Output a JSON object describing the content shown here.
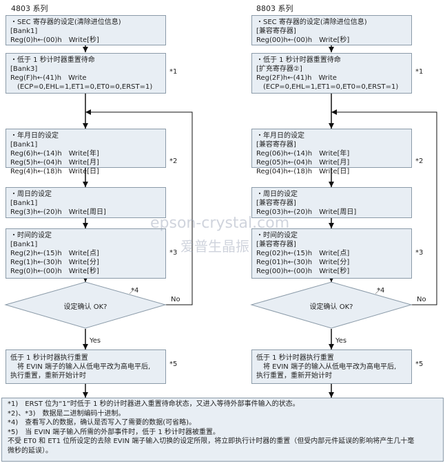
{
  "left": {
    "title": "4803 系列",
    "box1": [
      "・SEC 寄存器的设定(清除进位信息)",
      "[Bank1]",
      "Reg(0)h←(00)h　Write[秒]"
    ],
    "box2": [
      "・低于 1 秒计时器重置待命",
      "[Bank3]",
      "Reg(F)h←(41)h　Write",
      "(ECP=0,EHL=1,ET1=0,ET0=0,ERST=1)"
    ],
    "box3": [
      "・年月日的设定",
      "[Bank1]",
      "Reg(6)h←(14)h　Write[年]",
      "Reg(5)h←(04)h　Write[月]",
      "Reg(4)h←(18)h　Write[日]"
    ],
    "box4": [
      "・周日的设定",
      "[Bank1]",
      "Reg(3)h←(20)h　Write[周日]"
    ],
    "box5": [
      "・时间的设定",
      "[Bank1]",
      "Reg(2)h←(15)h　Write[点]",
      "Reg(1)h←(30)h　Write[分]",
      "Reg(0)h←(00)h　Write[秒]"
    ],
    "box6": [
      "低于 1 秒计时器执行重置",
      "将 EVIN 端子的输入从低电平改为高电平后,",
      "执行重置，重新开始计时"
    ],
    "decision": "设定确认 OK?"
  },
  "right": {
    "title": "8803 系列",
    "box1": [
      "・SEC 寄存器的设定(清除进位信息)",
      "[兼容寄存器]",
      "Reg(00)h←(00)h　Write[秒]"
    ],
    "box2": [
      "・低于 1 秒计时器重置待命",
      "[扩充寄存器②]",
      "Reg(2F)h←(41)h　Write",
      "(ECP=0,EHL=1,ET1=0,ET0=0,ERST=1)"
    ],
    "box3": [
      "・年月日的设定",
      "[兼容寄存器]",
      "Reg(06)h←(14)h　Write[年]",
      "Reg(05)h←(04)h　Write[月]",
      "Reg(04)h←(18)h　Write[日]"
    ],
    "box4": [
      "・周日的设定",
      "[兼容寄存器]",
      "Reg(03)h←(20)h　Write[周日]"
    ],
    "box5": [
      "・时间的设定",
      "[兼容寄存器]",
      "Reg(02)h←(15)h　Write[点]",
      "Reg(01)h←(30)h　Write[分]",
      "Reg(00)h←(00)h　Write[秒]"
    ],
    "box6": [
      "低于 1 秒计时器执行重置",
      "将 EVIN 端子的输入从低电平改为高电平后,",
      "执行重置，重新开始计时"
    ],
    "decision": "设定确认 OK?"
  },
  "refs": {
    "r1": "*1",
    "r2": "*2",
    "r3": "*3",
    "r4": "*4",
    "r5": "*5"
  },
  "labels": {
    "no": "No",
    "yes": "Yes"
  },
  "watermark": {
    "line1": "epson-crystal.com",
    "line2": "爱普生晶振"
  },
  "notes": [
    "*1)　ERST 位为“1”时低于 1 秒的计时器进入重置待命状态，又进入等待外部事件输入的状态。",
    "*2)、*3)　数据是二进制编码十进制。",
    "*4)　查看写入的数据，确认是否写入了需要的数据(可省略)。",
    "*5)　当 EVIN 端子输入所需的外部事件时，低于 1 秒计时器被重置。",
    "不受 ET0 和 ET1 位所设定的去除 EVIN 端子输入切换的设定所限，将立即执行计时器的重置（但受内部元件延误的影响将产生几十毫",
    "微秒的延误）。"
  ]
}
